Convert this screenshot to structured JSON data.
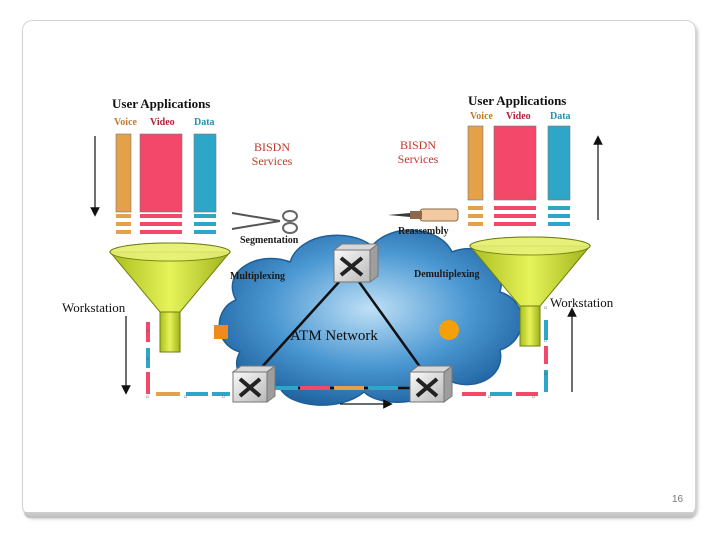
{
  "left_station": {
    "title": "User Applications",
    "columns": [
      {
        "label": "Voice",
        "color": "#c07a2e"
      },
      {
        "label": "Video",
        "color": "#b0223a"
      },
      {
        "label": "Data",
        "color": "#2a8fb0"
      }
    ],
    "services": "BISDN\nServices",
    "process": "Segmentation",
    "mux": "Multiplexing",
    "name": "Workstation"
  },
  "right_station": {
    "title": "User Applications",
    "columns": [
      {
        "label": "Voice",
        "color": "#c07a2e"
      },
      {
        "label": "Video",
        "color": "#b0223a"
      },
      {
        "label": "Data",
        "color": "#2a8fb0"
      }
    ],
    "services": "BISDN\nServices",
    "process": "Reassembly",
    "mux": "Demultiplexing",
    "name": "Workstation"
  },
  "network": {
    "label": "ATM Network"
  },
  "colors": {
    "voice": "#e5a04a",
    "video": "#f4486a",
    "data": "#2ea6c8",
    "funnel": "#c8dc2a",
    "cloud": "#2f7fc0",
    "switch": "#e8e8e8"
  },
  "icons": [
    "scissors-icon",
    "glue-tube-icon",
    "atm-switch-icon",
    "funnel-icon",
    "cloud-icon"
  ],
  "page_number": "16"
}
